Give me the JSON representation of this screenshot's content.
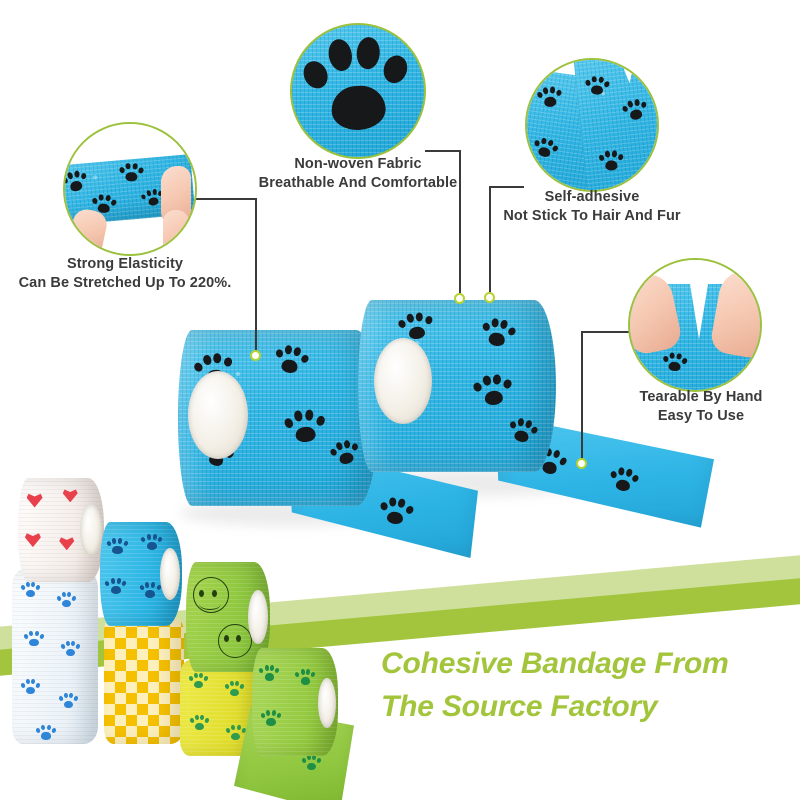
{
  "page": {
    "type": "product-infographic",
    "background_color": "#ffffff",
    "accent_green": "#a2c53d",
    "accent_green_light": "#cfe09c",
    "caption_color": "#3b3b3b",
    "product_blue": "#30b7e6"
  },
  "headline": {
    "text": "Cohesive Bandage From\nThe Source Factory",
    "color": "#a3c53c"
  },
  "callouts": [
    {
      "id": "strong-elasticity",
      "caption": "Strong Elasticity\nCan Be Stretched Up To 220%.",
      "image_alt": "hand stretching blue paw-print bandage",
      "border_color": "#9cc13c"
    },
    {
      "id": "non-woven-fabric",
      "caption": "Non-woven Fabric\nBreathable And Comfortable",
      "image_alt": "macro close-up of black paw print on blue non-woven fabric",
      "border_color": "#9cc13c"
    },
    {
      "id": "self-adhesive",
      "caption": "Self-adhesive\nNot Stick To Hair And Fur",
      "image_alt": "blue paw-print bandage folded over itself sticking to itself",
      "border_color": "#9cc13c"
    },
    {
      "id": "tearable-by-hand",
      "caption": "Tearable By Hand\nEasy To Use",
      "image_alt": "two fingers tearing blue paw-print bandage",
      "border_color": "#9cc13c"
    }
  ],
  "product_rolls": {
    "hero": [
      {
        "id": "hero-roll-left",
        "color": "#30b7e6",
        "pattern": "black-paw-print"
      },
      {
        "id": "hero-roll-right",
        "color": "#30b7e6",
        "pattern": "black-paw-print"
      }
    ],
    "variants": [
      {
        "id": "roll-white-hearts",
        "base_color": "#f7f2ef",
        "pattern_color": "#e8414b",
        "pattern": "hearts"
      },
      {
        "id": "roll-white-blue-paws",
        "base_color": "#eef3f7",
        "pattern_color": "#2f86d8",
        "pattern": "paws"
      },
      {
        "id": "roll-blue-paws",
        "base_color": "#28b4e2",
        "pattern_color": "#1565a8",
        "pattern": "paws"
      },
      {
        "id": "roll-yellow-check",
        "base_color": "#f6e27a",
        "pattern_color": "#f5c000",
        "pattern": "checkerboard"
      },
      {
        "id": "roll-green-smiley",
        "base_color": "#8cc63e",
        "pattern_color": "#2d4a14",
        "pattern": "smiley-face"
      },
      {
        "id": "roll-yellow-green-paws",
        "base_color": "#e4e133",
        "pattern_color": "#2f9b4e",
        "pattern": "paws"
      },
      {
        "id": "roll-green-paws",
        "base_color": "#93c93f",
        "pattern_color": "#1f8f46",
        "pattern": "paws"
      }
    ]
  }
}
